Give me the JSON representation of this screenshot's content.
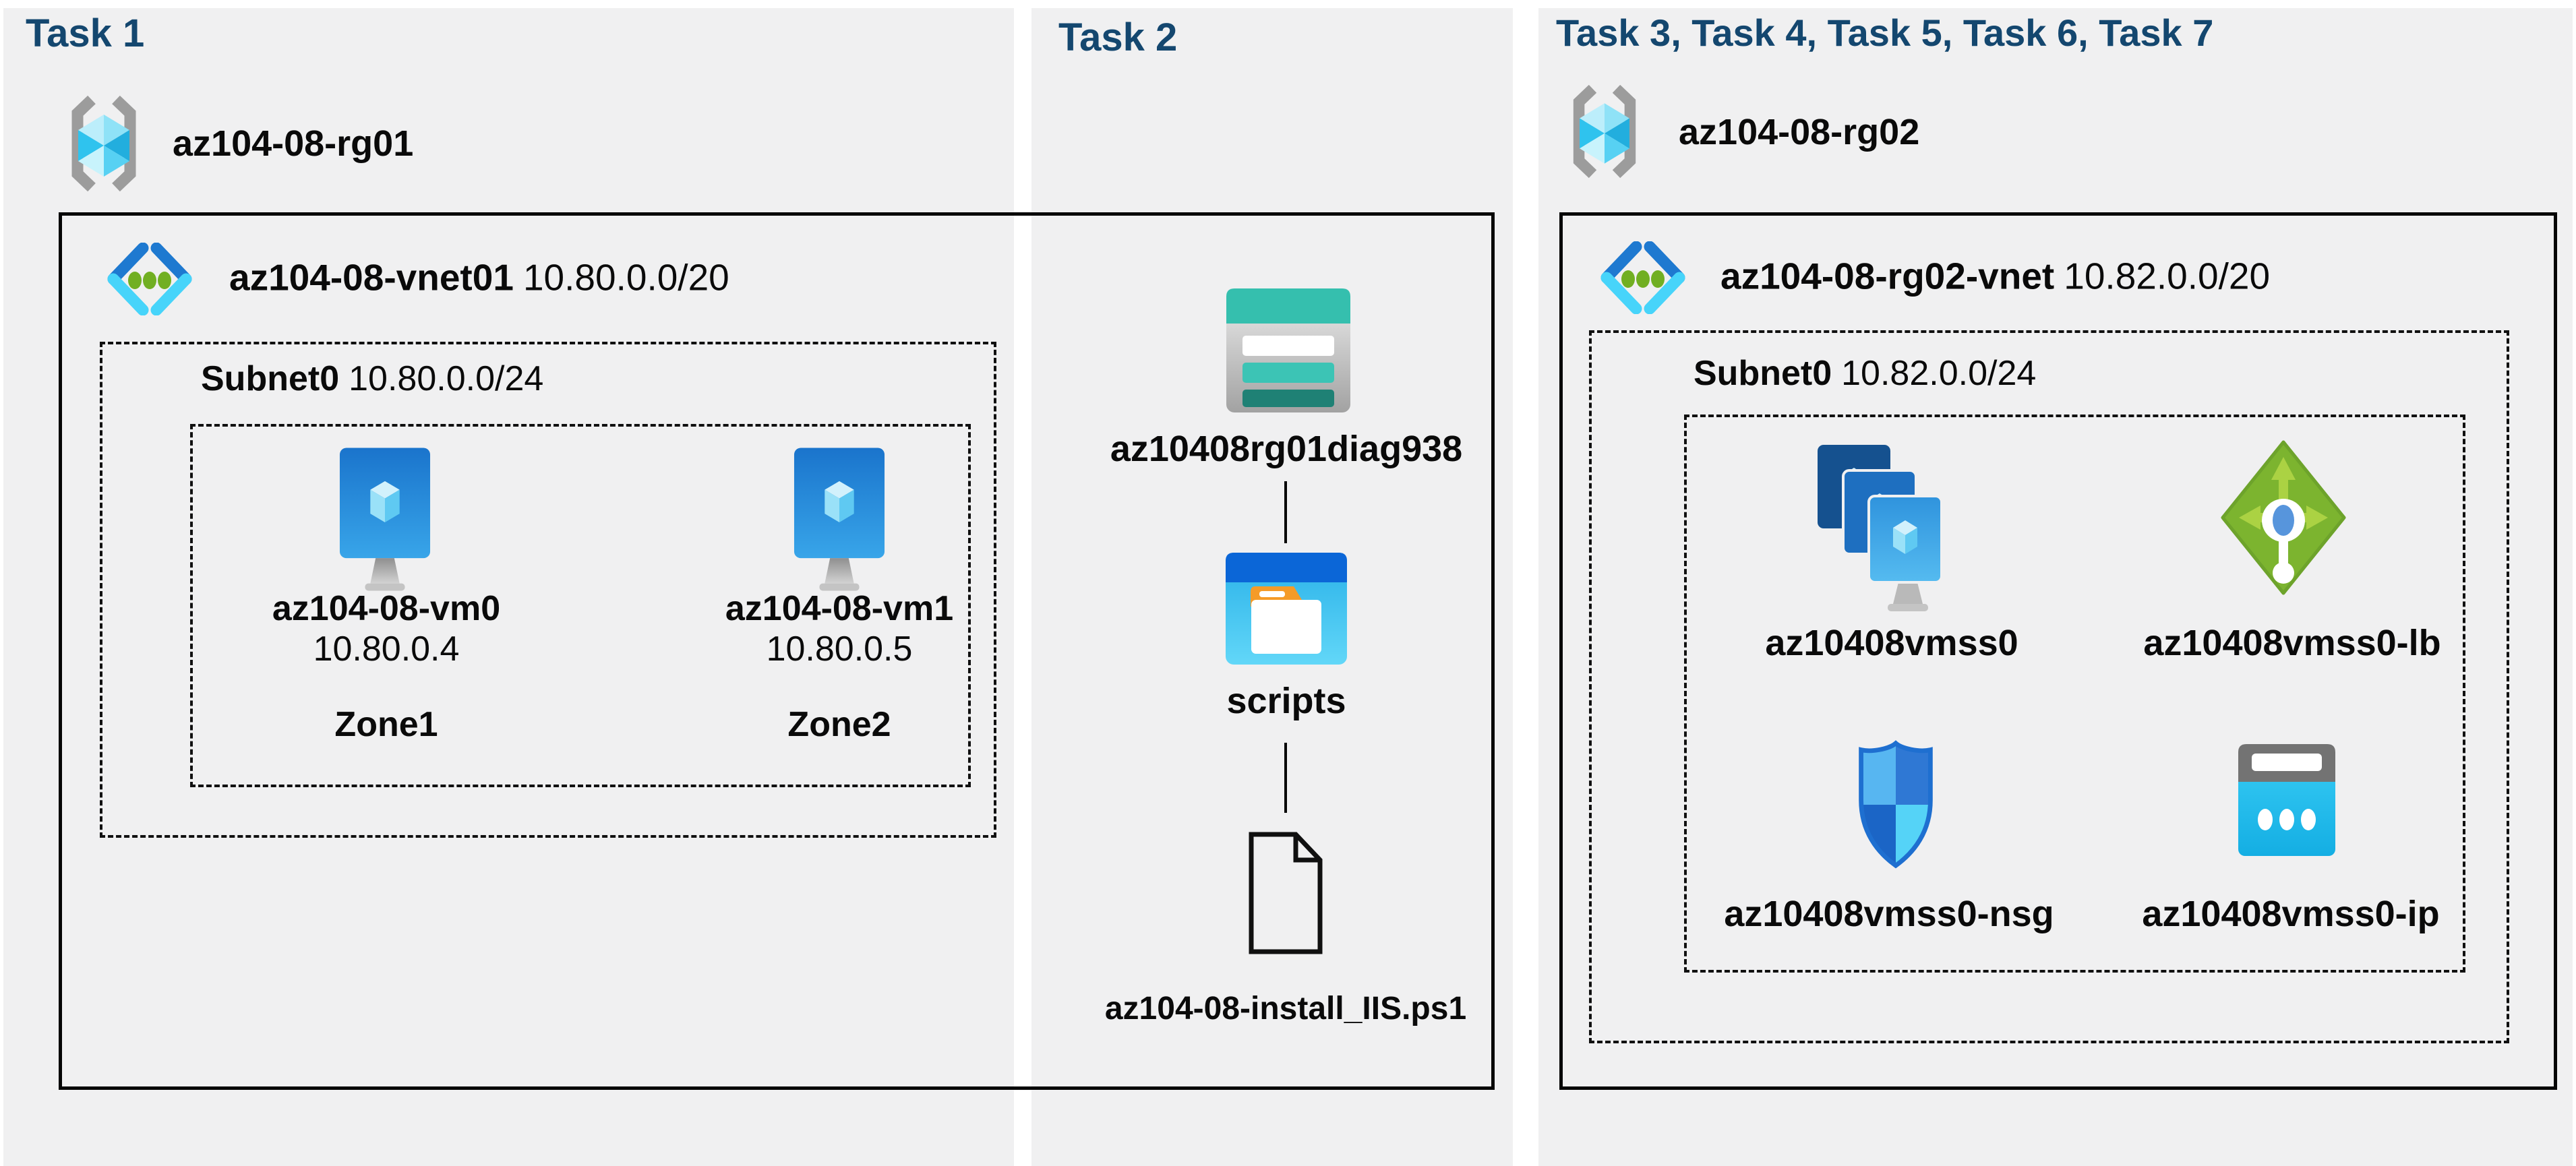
{
  "task1": {
    "title": "Task 1",
    "rg_name": "az104-08-rg01",
    "vnet_name": "az104-08-vnet01",
    "vnet_cidr": "10.80.0.0/20",
    "subnet_name": "Subnet0",
    "subnet_cidr": "10.80.0.0/24",
    "vm0": {
      "name": "az104-08-vm0",
      "ip": "10.80.0.4",
      "zone": "Zone1"
    },
    "vm1": {
      "name": "az104-08-vm1",
      "ip": "10.80.0.5",
      "zone": "Zone2"
    }
  },
  "task2": {
    "title": "Task 2",
    "storage_name": "az10408rg01diag938",
    "container_name": "scripts",
    "file_name": "az104-08-install_IIS.ps1"
  },
  "task3": {
    "title": "Task 3, Task 4, Task 5, Task 6, Task 7",
    "rg_name": "az104-08-rg02",
    "vnet_name": "az104-08-rg02-vnet",
    "vnet_cidr": "10.82.0.0/20",
    "subnet_name": "Subnet0",
    "subnet_cidr": "10.82.0.0/24",
    "vmss_name": "az10408vmss0",
    "lb_name": "az10408vmss0-lb",
    "nsg_name": "az10408vmss0-nsg",
    "ip_name": "az10408vmss0-ip"
  },
  "colors": {
    "page_bg": "#ffffff",
    "panel_bg": "#f0f0f1",
    "title_navy": "#14476f",
    "text": "#0a0a0a",
    "box_border": "#050505",
    "azure_blue": "#1e79d0",
    "azure_cyan": "#47d4fa",
    "green_dot": "#71af22",
    "storage_teal": "#35bfae",
    "storage_teal_dark": "#1f8175",
    "folder_blue": "#0b66d7",
    "folder_orange": "#f59b28",
    "lb_green": "#7cb42f",
    "nsg_blue": "#1e6fd0",
    "ip_gray": "#737373",
    "ip_cyan": "#27bfee"
  },
  "icons": {
    "rg": "resource-group-icon",
    "vnet": "virtual-network-icon",
    "vm": "virtual-machine-icon",
    "storage": "storage-account-icon",
    "folder": "blob-container-icon",
    "file": "script-file-icon",
    "vmss": "vm-scale-set-icon",
    "lb": "load-balancer-icon",
    "nsg": "network-security-group-icon",
    "ip": "public-ip-icon"
  }
}
